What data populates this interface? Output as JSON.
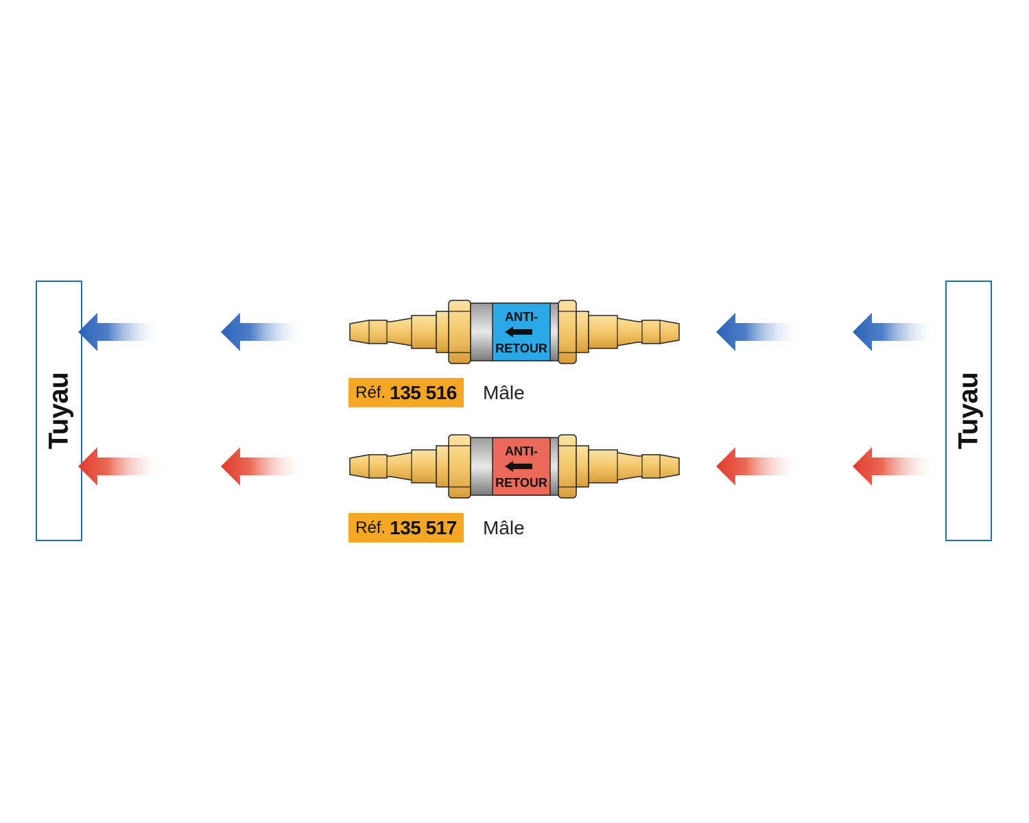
{
  "hose": {
    "left_label": "Tuyau",
    "right_label": "Tuyau"
  },
  "colors": {
    "hose_border": "#1f6fb5",
    "oxygen": "#2a62b8",
    "fuel": "#e03a2c",
    "badge": "#f5a623",
    "brass": "#f0c66a",
    "label_blue": "#2aa9e6",
    "label_red": "#ec6a5a"
  },
  "valves": [
    {
      "label_top": "ANTI-",
      "label_bottom": "RETOUR",
      "ref_prefix": "Réf.",
      "ref_number": "135 516",
      "type": "Mâle",
      "color_name": "blue"
    },
    {
      "label_top": "ANTI-",
      "label_bottom": "RETOUR",
      "ref_prefix": "Réf.",
      "ref_number": "135 517",
      "type": "Mâle",
      "color_name": "red"
    }
  ],
  "flow_direction": "right-to-left",
  "icons": [
    "flow-arrow-icon",
    "check-valve-icon",
    "direction-arrow-icon"
  ]
}
